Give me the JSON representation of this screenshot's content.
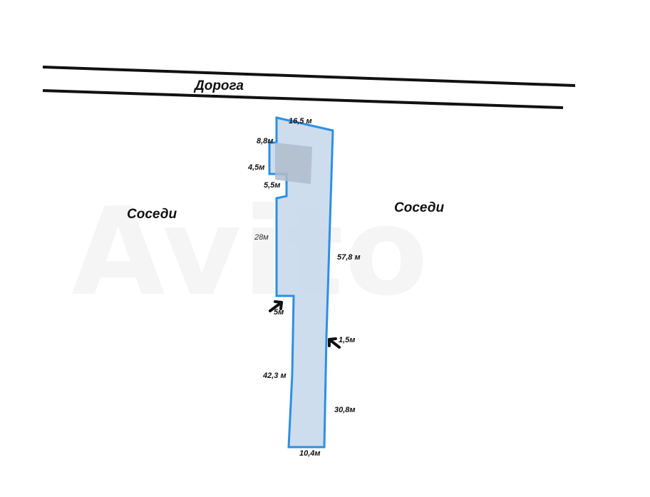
{
  "road": {
    "label": "Дорога"
  },
  "neighbors": {
    "left": "Соседи",
    "right": "Соседи"
  },
  "watermark": "Avito",
  "dimensions": {
    "top_width": "16,5 м",
    "house_offset": "8,8м",
    "notch_depth": "4,5м",
    "notch_length": "5,5м",
    "left_upper": "28м",
    "right_long": "57,8 м",
    "step_left": "5м",
    "step_right": "1,5м",
    "left_lower": "42,3 м",
    "right_lower": "30,8м",
    "bottom_width": "10,4м"
  },
  "colors": {
    "plot_fill": "#c8d9ec",
    "plot_outline": "#2d8fe3",
    "house_fill": "#aebccb",
    "road_lines": "#111111",
    "arrows": "#111111"
  },
  "icons": [
    "arrow-icon",
    "arrow-icon"
  ]
}
